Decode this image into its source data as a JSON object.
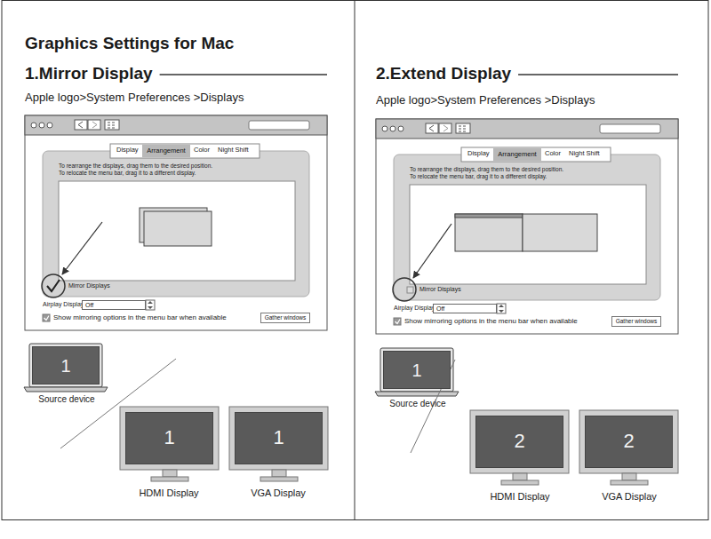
{
  "diagram": {
    "title": "Graphics Settings for Mac",
    "nodes": [
      {
        "text": [
          "Arrangement"
        ]
      },
      {
        "text": [
          "Off"
        ]
      },
      {
        "text": [
          "Gather windows"
        ]
      },
      {
        "text": [
          "1"
        ]
      },
      {
        "text": [
          "1"
        ]
      },
      {
        "text": [
          "1"
        ]
      },
      {
        "text": [
          "Arrangement"
        ]
      },
      {
        "text": [
          "Off"
        ]
      },
      {
        "text": [
          "Gather windows"
        ]
      },
      {
        "text": [
          "1"
        ]
      },
      {
        "text": [
          "2"
        ]
      },
      {
        "text": [
          "2"
        ]
      }
    ],
    "labels": [
      "1.Mirror Display",
      "Apple logo>System Preferences >Displays",
      "Display",
      "Color",
      "Night Shift",
      "To rearrange the displays, drag them to the desired position.",
      "To relocate the menu bar, drag it to a different display.",
      "Mirror Displays",
      "Airplay Displays :",
      "Show mirroring options in the menu bar when available",
      "Source device",
      "HDMI Display",
      "VGA Display",
      "2.Extend Display",
      "Apple logo>System Preferences >Displays",
      "Display",
      "Color",
      "Night Shift",
      "To rearrange the displays, drag them to the desired position.",
      "To relocate the menu bar, drag it to a different display.",
      "Mirror Displays",
      "Airplay Displays :",
      "Show mirroring options in the menu bar when available",
      "Source device",
      "HDMI Display",
      "VGA Display"
    ]
  }
}
